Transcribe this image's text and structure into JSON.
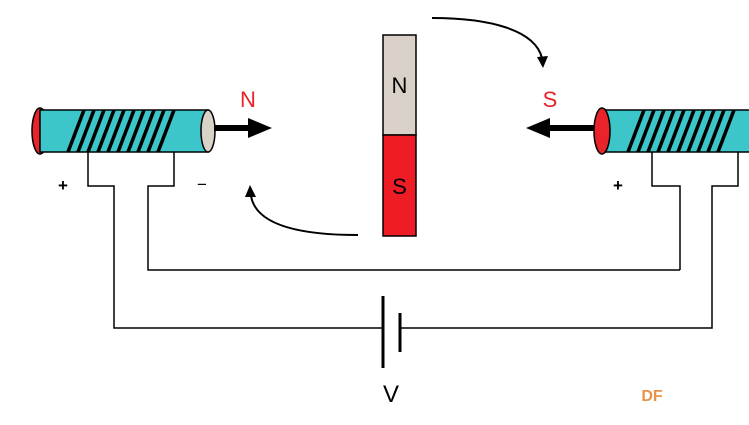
{
  "labels": {
    "left_tip": "N",
    "right_tip": "S",
    "magnet_top": "N",
    "magnet_bottom": "S",
    "plus_left": "+",
    "minus_left": "−",
    "plus_right": "+",
    "battery": "V",
    "watermark": "DF"
  },
  "colors": {
    "coil_body": "#3cc6c9",
    "coil_endcap": "#e8232a",
    "coil_tip_cap": "#d8d2c8",
    "magnet_north": "#d9d1c7",
    "magnet_south": "#ee1c24",
    "pole_label_red": "#e8232a",
    "watermark": "#e8924a",
    "wire": "#000000"
  }
}
